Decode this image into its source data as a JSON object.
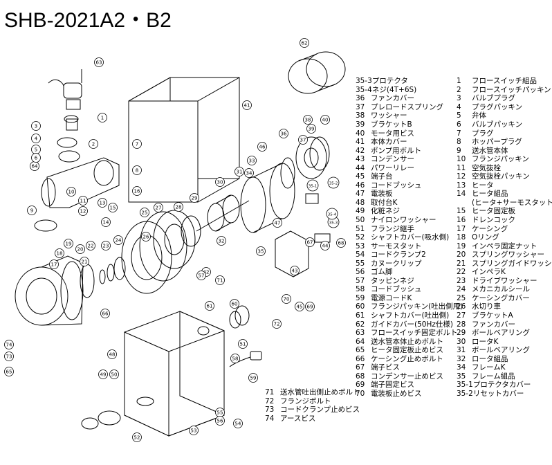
{
  "title": "SHB-2021A2・B2",
  "callouts": [
    "63",
    "62",
    "1",
    "2",
    "3",
    "4",
    "5",
    "64",
    "6",
    "7",
    "8",
    "9",
    "10",
    "11",
    "12",
    "13",
    "14",
    "15",
    "16",
    "17",
    "18",
    "19",
    "20",
    "21",
    "22",
    "23",
    "24",
    "25",
    "26",
    "27",
    "28",
    "29",
    "30",
    "31",
    "32",
    "33",
    "34",
    "35",
    "35-1",
    "35-2",
    "35-3",
    "35-4",
    "36",
    "37",
    "38",
    "39",
    "40",
    "41",
    "42",
    "43",
    "44",
    "45",
    "46",
    "47",
    "48",
    "49",
    "50",
    "51",
    "52",
    "53",
    "54",
    "55",
    "56",
    "57",
    "58",
    "59",
    "60",
    "61",
    "65",
    "66",
    "67",
    "68",
    "69",
    "70",
    "71",
    "72",
    "73",
    "74"
  ],
  "legend_left": [
    {
      "num": "35-3",
      "label": "プロテクタ"
    },
    {
      "num": "35-4",
      "label": "ネジ(4T+6S)"
    },
    {
      "num": "36",
      "label": "ファンカバー"
    },
    {
      "num": "37",
      "label": "プレロードスプリング"
    },
    {
      "num": "38",
      "label": "ワッシャー"
    },
    {
      "num": "39",
      "label": "ブラケットB"
    },
    {
      "num": "40",
      "label": "モータ用ビス"
    },
    {
      "num": "41",
      "label": "本体カバー"
    },
    {
      "num": "42",
      "label": "ポンプ用ボルト"
    },
    {
      "num": "43",
      "label": "コンデンサー"
    },
    {
      "num": "44",
      "label": "パワーリレー"
    },
    {
      "num": "45",
      "label": "端子台"
    },
    {
      "num": "46",
      "label": "コードブッシュ"
    },
    {
      "num": "47",
      "label": "電装板"
    },
    {
      "num": "48",
      "label": "取付台K"
    },
    {
      "num": "49",
      "label": "化粧ネジ"
    },
    {
      "num": "50",
      "label": "ナイロンワッシャー"
    },
    {
      "num": "51",
      "label": "フランジ継手"
    },
    {
      "num": "52",
      "label": "シャフトカバー(吸水側)"
    },
    {
      "num": "53",
      "label": "サーモスタット"
    },
    {
      "num": "54",
      "label": "コードクランプ2"
    },
    {
      "num": "55",
      "label": "カヌークリップ"
    },
    {
      "num": "56",
      "label": "ゴム脚"
    },
    {
      "num": "57",
      "label": "タッピンネジ"
    },
    {
      "num": "58",
      "label": "コードブッシュ"
    },
    {
      "num": "59",
      "label": "電源コードK"
    },
    {
      "num": "60",
      "label": "フランジパッキン(吐出側用)"
    },
    {
      "num": "61",
      "label": "シャフトカバー(吐出側)"
    },
    {
      "num": "62",
      "label": "ガイドカバー(50Hz仕様)"
    },
    {
      "num": "63",
      "label": "フロースイッチ固定ボルト"
    },
    {
      "num": "64",
      "label": "送水管本体止めボルト"
    },
    {
      "num": "65",
      "label": "ヒータ固定板止めビス"
    },
    {
      "num": "66",
      "label": "ケーシング止めボルト"
    },
    {
      "num": "67",
      "label": "端子ビス"
    },
    {
      "num": "68",
      "label": "コンデンサー止めビス"
    },
    {
      "num": "69",
      "label": "端子固定ビス"
    },
    {
      "num": "70",
      "label": "電装板止めビス"
    }
  ],
  "legend_right": [
    {
      "num": "1",
      "label": "フロースイッチ組品"
    },
    {
      "num": "2",
      "label": "フロースイッチパッキン"
    },
    {
      "num": "3",
      "label": "バルブプラグ"
    },
    {
      "num": "4",
      "label": "プラグパッキン"
    },
    {
      "num": "5",
      "label": "弁体"
    },
    {
      "num": "6",
      "label": "バルブパッキン"
    },
    {
      "num": "7",
      "label": "プラグ"
    },
    {
      "num": "8",
      "label": "ホッパープラグ"
    },
    {
      "num": "9",
      "label": "送水管本体"
    },
    {
      "num": "10",
      "label": "フランジパッキン"
    },
    {
      "num": "11",
      "label": "空気抜栓"
    },
    {
      "num": "12",
      "label": "空気抜栓パッキン"
    },
    {
      "num": "13",
      "label": "ヒータ"
    },
    {
      "num": "14",
      "label": "ヒータ組品"
    },
    {
      "num": "",
      "label": "(ヒータ+サーモスタット組品)"
    },
    {
      "num": "15",
      "label": "ヒータ固定板"
    },
    {
      "num": "16",
      "label": "ドレンコック"
    },
    {
      "num": "17",
      "label": "ケーシング"
    },
    {
      "num": "18",
      "label": "Oリング"
    },
    {
      "num": "19",
      "label": "インペラ固定ナット"
    },
    {
      "num": "20",
      "label": "スプリングワッシャー"
    },
    {
      "num": "21",
      "label": "スプリングガイドワッシャー"
    },
    {
      "num": "22",
      "label": "インペラK"
    },
    {
      "num": "23",
      "label": "ドライブワッシャー"
    },
    {
      "num": "24",
      "label": "メカニカルシール"
    },
    {
      "num": "25",
      "label": "ケーシングカバー"
    },
    {
      "num": "26",
      "label": "水切り車"
    },
    {
      "num": "27",
      "label": "ブラケットA"
    },
    {
      "num": "28",
      "label": "ファンカバー"
    },
    {
      "num": "29",
      "label": "ボールベアリング"
    },
    {
      "num": "30",
      "label": "ロータK"
    },
    {
      "num": "31",
      "label": "ボールベアリング"
    },
    {
      "num": "32",
      "label": "ロータ組品"
    },
    {
      "num": "34",
      "label": "フレームK"
    },
    {
      "num": "35",
      "label": "フレーム組品"
    },
    {
      "num": "35-1",
      "label": "プロテクタカバー"
    },
    {
      "num": "35-2",
      "label": "リセットカバー"
    }
  ],
  "legend_bottom": [
    {
      "num": "71",
      "label": "送水管吐出側止めボルト"
    },
    {
      "num": "72",
      "label": "フランジボルト"
    },
    {
      "num": "73",
      "label": "コードクランプ止めビス"
    },
    {
      "num": "74",
      "label": "アースビス"
    }
  ]
}
